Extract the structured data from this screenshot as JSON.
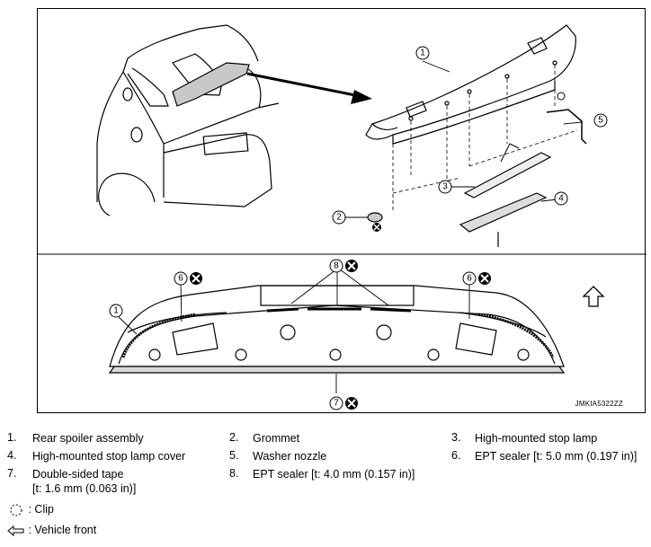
{
  "figure": {
    "code": "JMKIA5322ZZ",
    "callouts": [
      "1",
      "2",
      "3",
      "4",
      "5",
      "6",
      "7",
      "8"
    ]
  },
  "legend": {
    "items": [
      {
        "num": "1.",
        "text": "Rear spoiler assembly"
      },
      {
        "num": "2.",
        "text": "Grommet"
      },
      {
        "num": "3.",
        "text": "High-mounted stop lamp"
      },
      {
        "num": "4.",
        "text": "High-mounted stop lamp cover"
      },
      {
        "num": "5.",
        "text": "Washer nozzle"
      },
      {
        "num": "6.",
        "text": "EPT sealer [t: 5.0 mm (0.197 in)]"
      },
      {
        "num": "7.",
        "text": "Double-sided tape"
      },
      {
        "num": "",
        "text": "[t: 1.6 mm (0.063 in)]"
      },
      {
        "num": "8.",
        "text": "EPT sealer [t: 4.0 mm (0.157 in)]"
      }
    ],
    "symbols": [
      {
        "icon": "clip-icon",
        "text": ": Clip"
      },
      {
        "icon": "vehicle-front-arrow-icon",
        "text": ": Vehicle front"
      }
    ]
  }
}
